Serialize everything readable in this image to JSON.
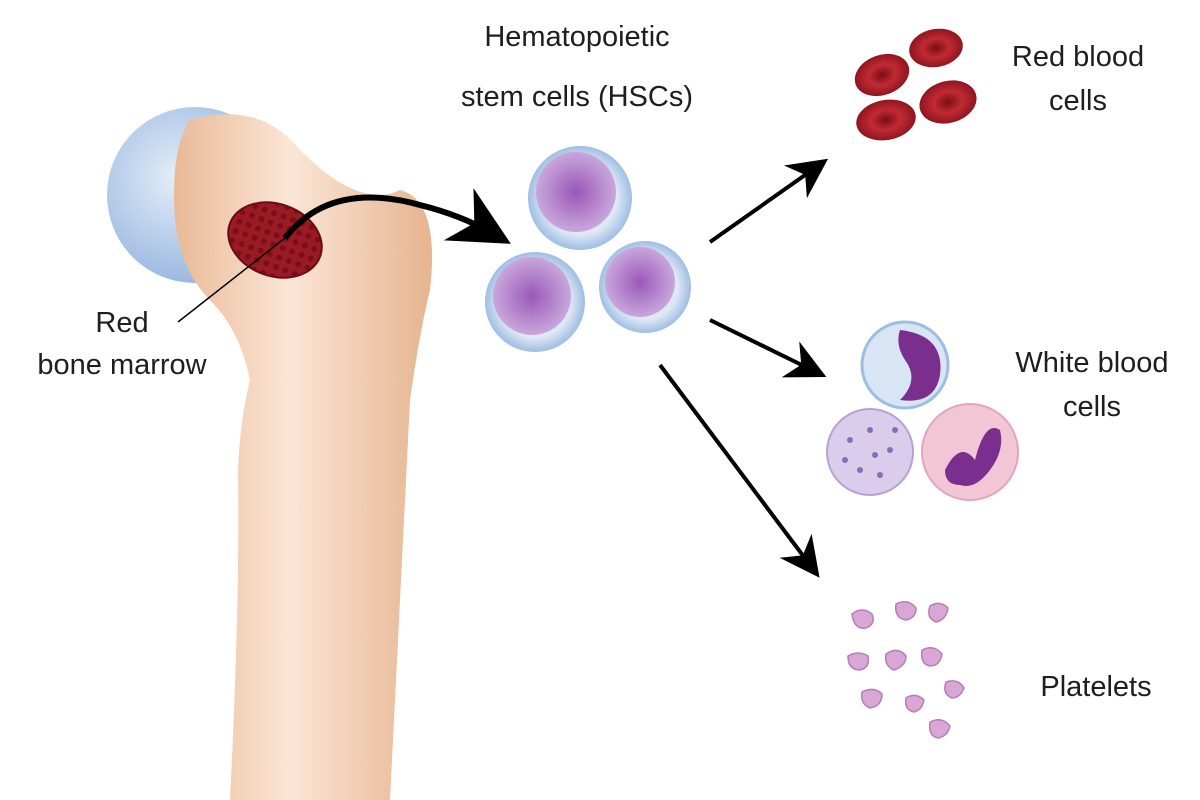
{
  "labels": {
    "hsc_line1": "Hematopoietic",
    "hsc_line2": "stem cells (HSCs)",
    "marrow_line1": "Red",
    "marrow_line2": "bone marrow",
    "rbc_line1": "Red blood",
    "rbc_line2": "cells",
    "wbc_line1": "White blood",
    "wbc_line2": "cells",
    "platelets": "Platelets"
  },
  "colors": {
    "bone": "#f3d3b8",
    "cartilage": "#b9cdec",
    "marrow": "#9a1b26",
    "hsc_rim": "#cfe0f3",
    "hsc_core": "#a77ac6",
    "rbc": "#a81c26",
    "platelet": "#d9a6d6",
    "arrow": "#000000"
  }
}
